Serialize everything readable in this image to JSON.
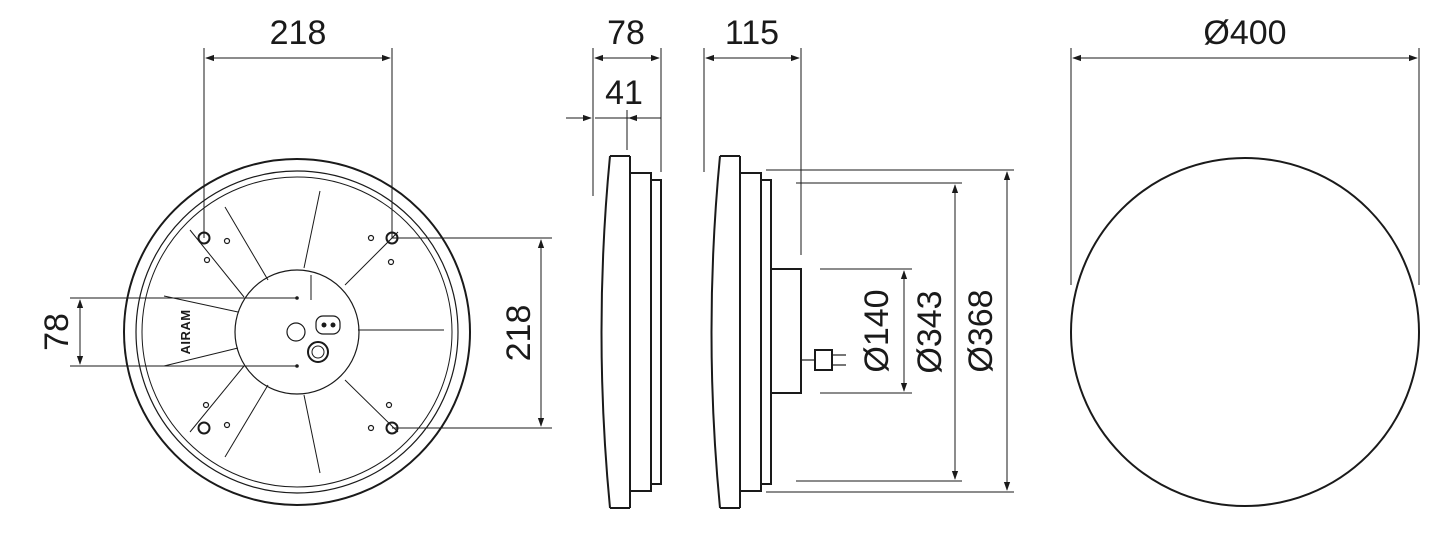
{
  "diagram": {
    "bottom_view": {
      "width_label": "218",
      "height_label": "218",
      "hub_offset_label": "78",
      "brand_label": "AIRAM"
    },
    "side_view_a": {
      "depth_label": "78",
      "inner_depth_label": "41"
    },
    "side_view_b": {
      "depth_label": "115",
      "dia_a_label": "Ø140",
      "dia_b_label": "Ø343",
      "dia_c_label": "Ø368"
    },
    "top_view": {
      "diameter_label": "Ø400"
    },
    "colors": {
      "line": "#1a1a1a",
      "background": "#ffffff"
    }
  }
}
